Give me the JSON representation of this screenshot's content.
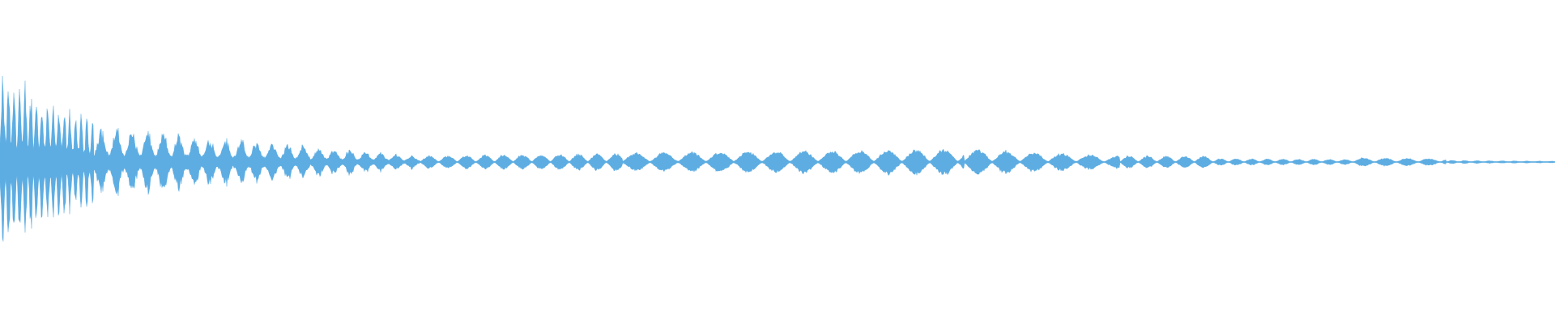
{
  "waveform": {
    "color": "#5DADE2",
    "background": "#FFFFFF",
    "envelope": {
      "segments": [
        {
          "t_start": 0.0,
          "t_end": 0.06,
          "amp_start": 1.0,
          "amp_end": 0.45,
          "period": 0.0036,
          "shape": "decaying"
        },
        {
          "t_start": 0.06,
          "t_end": 0.27,
          "amp_start": 0.4,
          "amp_end": 0.07,
          "period": 0.01,
          "shape": "decaying"
        },
        {
          "t_start": 0.27,
          "t_end": 0.4,
          "amp_start": 0.07,
          "amp_end": 0.1,
          "period": 0.012,
          "shape": "pulses"
        },
        {
          "t_start": 0.4,
          "t_end": 0.62,
          "amp_start": 0.1,
          "amp_end": 0.15,
          "period": 0.018,
          "shape": "pulses"
        },
        {
          "t_start": 0.62,
          "t_end": 0.72,
          "amp_start": 0.15,
          "amp_end": 0.07,
          "period": 0.018,
          "shape": "pulses"
        },
        {
          "t_start": 0.72,
          "t_end": 0.78,
          "amp_start": 0.07,
          "amp_end": 0.07,
          "period": 0.012,
          "shape": "pulses"
        },
        {
          "t_start": 0.78,
          "t_end": 0.87,
          "amp_start": 0.04,
          "amp_end": 0.03,
          "period": 0.01,
          "shape": "pulses"
        },
        {
          "t_start": 0.87,
          "t_end": 0.93,
          "amp_start": 0.05,
          "amp_end": 0.04,
          "period": 0.014,
          "shape": "pulses"
        },
        {
          "t_start": 0.93,
          "t_end": 1.0,
          "amp_start": 0.02,
          "amp_end": 0.01,
          "period": 0.008,
          "shape": "pulses"
        }
      ]
    }
  }
}
